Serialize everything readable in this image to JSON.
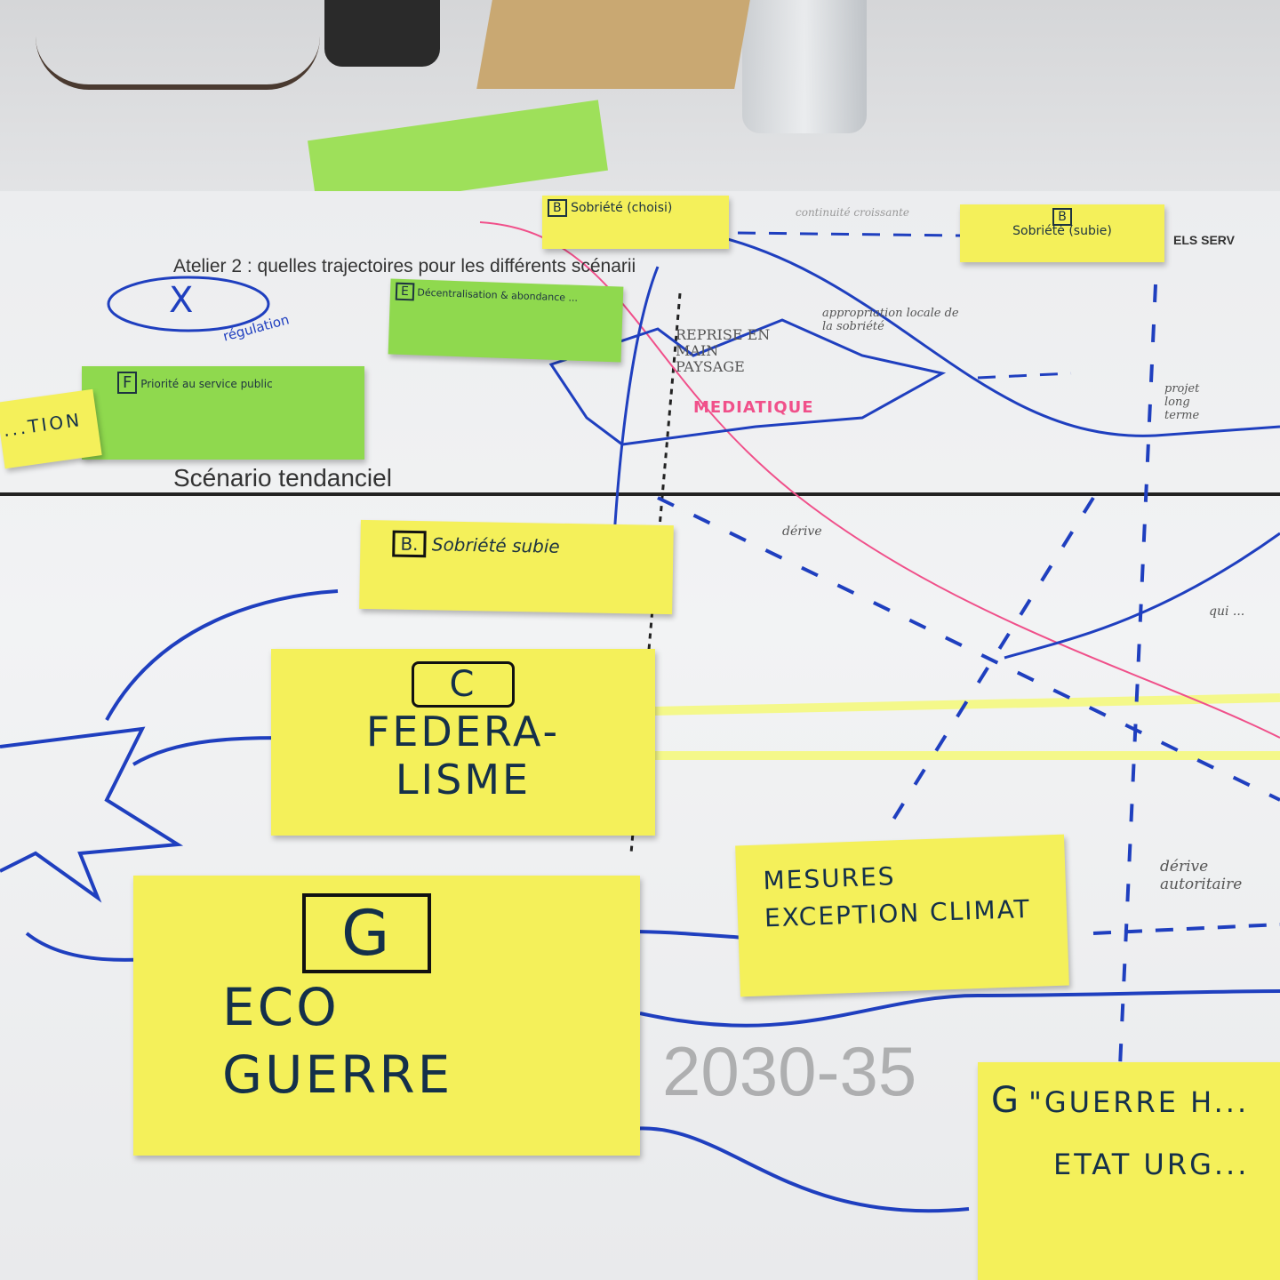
{
  "poster": {
    "title": "Atelier 2 : quelles trajectoires pour les différents scénarii",
    "header_fragment": "ELS SERV",
    "section_label": "Scénario tendanciel",
    "horizon_label": "2030-35"
  },
  "notes": {
    "b_choisi": {
      "letter": "B",
      "text": "Sobriété (choisi)"
    },
    "b_subie_top": {
      "letter": "B",
      "text": "Sobriété (subie)"
    },
    "e_green": {
      "letter": "E",
      "text": "Décentralisation & abondance ..."
    },
    "f_green": {
      "letter": "F",
      "text": "Priorité au service public"
    },
    "left_fragment": {
      "text": "...TION"
    },
    "b_subie": {
      "letter": "B.",
      "text": "Sobriété subie"
    },
    "c_federalisme": {
      "letter": "C",
      "text": "FEDERA-LISME"
    },
    "g_eco_guerre": {
      "letter": "G",
      "text": "ECO GUERRE"
    },
    "mesures": {
      "text": "MESURES EXCEPTION CLIMAT"
    },
    "guerre_etat": {
      "letter": "G",
      "text": "\"GUERRE H...",
      "line2": "ETAT URG..."
    }
  },
  "annotations": {
    "x_mark": "X",
    "regulation": "régulation",
    "reprise": "REPRISE EN MAIN PAYSAGE",
    "mediatique": "MEDIATIQUE",
    "appropriation": "appropriation locale de la sobriété",
    "continuite": "continuité croissante",
    "projet": "projet long terme",
    "derive": "dérive",
    "derive_autoritaire": "dérive autoritaire",
    "qui": "qui ..."
  },
  "colors": {
    "marker_blue": "#1f3fbf",
    "marker_pink": "#f0508a",
    "sticky_yellow": "#f4f05a",
    "sticky_green": "#8fd94e"
  }
}
